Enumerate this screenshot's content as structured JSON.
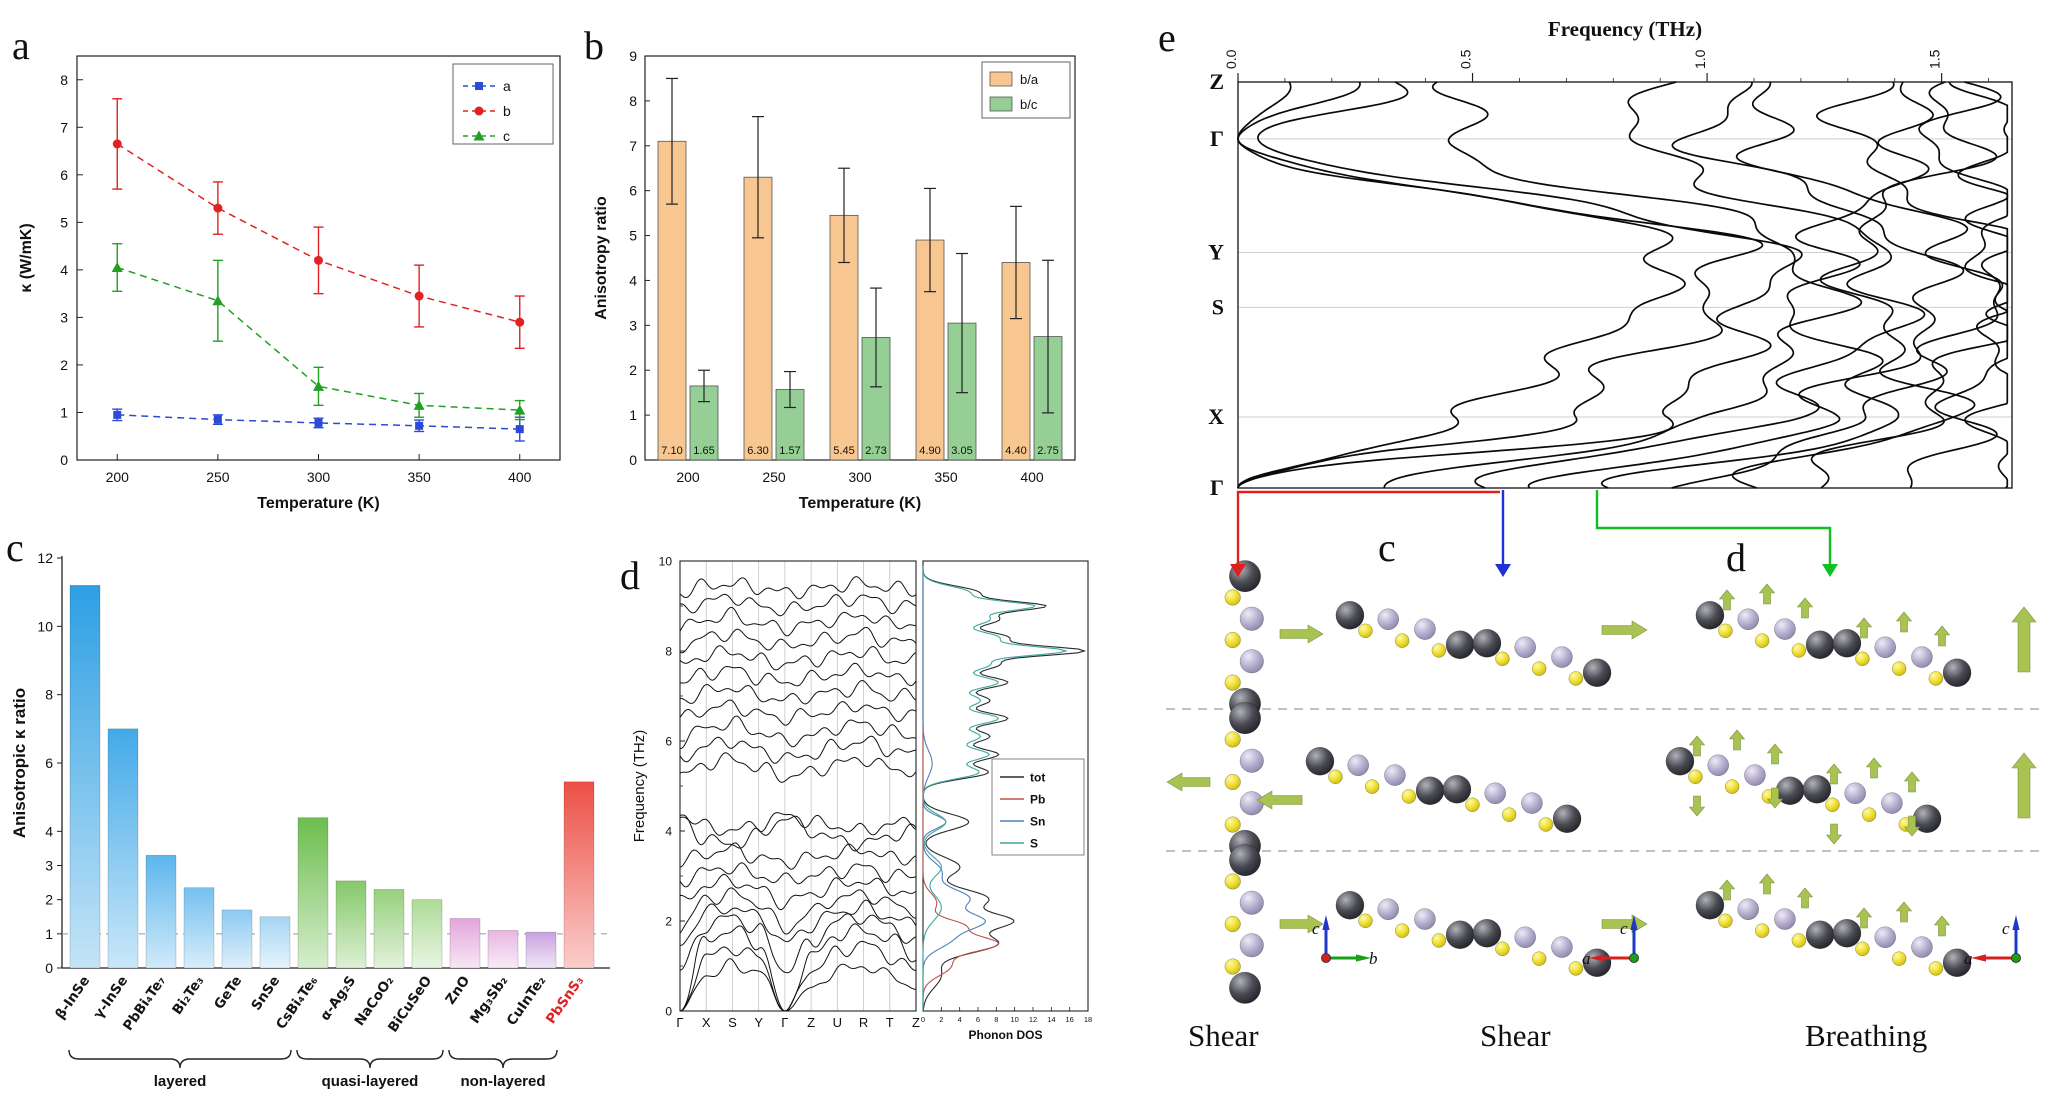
{
  "panel_labels": {
    "a": "a",
    "b": "b",
    "c": "c",
    "d": "d",
    "e": "e",
    "struct_c": "c",
    "struct_d": "d"
  },
  "chart_data": [
    {
      "id": "a",
      "type": "line",
      "xlabel": "Temperature (K)",
      "ylabel": "κ (W/mK)",
      "x": [
        200,
        250,
        300,
        350,
        400
      ],
      "xlim": [
        180,
        420
      ],
      "ylim": [
        0,
        8.5
      ],
      "yticks": [
        0,
        1,
        2,
        3,
        4,
        5,
        6,
        7,
        8
      ],
      "legend_position": "top-right",
      "grid": false,
      "series": [
        {
          "name": "a",
          "color": "#2b4bd7",
          "marker": "square",
          "linestyle": "dashed",
          "values": [
            0.95,
            0.85,
            0.78,
            0.72,
            0.65
          ],
          "errors": [
            0.12,
            0.1,
            0.1,
            0.12,
            0.25
          ]
        },
        {
          "name": "b",
          "color": "#e02222",
          "marker": "circle",
          "linestyle": "dashed",
          "values": [
            6.65,
            5.3,
            4.2,
            3.45,
            2.9
          ],
          "errors": [
            0.95,
            0.55,
            0.7,
            0.65,
            0.55
          ]
        },
        {
          "name": "c",
          "color": "#22a022",
          "marker": "triangle",
          "linestyle": "dashed",
          "values": [
            4.05,
            3.35,
            1.55,
            1.15,
            1.05
          ],
          "errors": [
            0.5,
            0.85,
            0.4,
            0.25,
            0.2
          ]
        }
      ]
    },
    {
      "id": "b",
      "type": "bar",
      "xlabel": "Temperature (K)",
      "ylabel": "Anisotropy ratio",
      "categories": [
        200,
        250,
        300,
        350,
        400
      ],
      "ylim": [
        0,
        9
      ],
      "yticks": [
        0,
        1,
        2,
        3,
        4,
        5,
        6,
        7,
        8,
        9
      ],
      "legend_position": "top-right",
      "series": [
        {
          "name": "b/a",
          "color": "#f8c690",
          "values": [
            7.1,
            6.3,
            5.45,
            4.9,
            4.4
          ],
          "errors": [
            1.4,
            1.35,
            1.05,
            1.15,
            1.25
          ]
        },
        {
          "name": "b/c",
          "color": "#95cf95",
          "values": [
            1.65,
            1.57,
            2.73,
            3.05,
            2.75
          ],
          "errors": [
            0.35,
            0.4,
            1.1,
            1.55,
            1.7
          ]
        }
      ]
    },
    {
      "id": "c",
      "type": "bar",
      "ylabel": "Anisotropic κ ratio",
      "ylim": [
        0,
        12
      ],
      "yticks": [
        0,
        1,
        2,
        3,
        4,
        6,
        8,
        10,
        12
      ],
      "reference_line": 1,
      "bars": [
        {
          "name": "β-InSe",
          "value": 11.2,
          "color": "#2d9fe3",
          "group": "layered"
        },
        {
          "name": "γ-InSe",
          "value": 7.0,
          "color": "#43aae8",
          "group": "layered"
        },
        {
          "name": "PbBi₄Te₇",
          "value": 3.3,
          "color": "#5cb5ec",
          "group": "layered"
        },
        {
          "name": "Bi₂Te₃",
          "value": 2.35,
          "color": "#74c0ef",
          "group": "layered"
        },
        {
          "name": "GeTe",
          "value": 1.7,
          "color": "#8ccaf2",
          "group": "layered"
        },
        {
          "name": "SnSe",
          "value": 1.5,
          "color": "#a5d5f5",
          "group": "layered"
        },
        {
          "name": "CsBi₄Te₆",
          "value": 4.4,
          "color": "#6cbd4e",
          "group": "quasi-layered"
        },
        {
          "name": "α-Ag₂S",
          "value": 2.55,
          "color": "#84c868",
          "group": "quasi-layered"
        },
        {
          "name": "NaCoO₂",
          "value": 2.3,
          "color": "#97d07d",
          "group": "quasi-layered"
        },
        {
          "name": "BiCuSeO",
          "value": 2.0,
          "color": "#aeda96",
          "group": "quasi-layered"
        },
        {
          "name": "ZnO",
          "value": 1.45,
          "color": "#e2a6dc",
          "group": "non-layered"
        },
        {
          "name": "Mg₃Sb₂",
          "value": 1.1,
          "color": "#e8b6e2",
          "group": "non-layered"
        },
        {
          "name": "CuInTe₂",
          "value": 1.05,
          "color": "#c9a2e0",
          "group": "non-layered"
        },
        {
          "name": "PbSnS₃",
          "value": 5.45,
          "color": "#ec4f45",
          "group": "highlight",
          "label_color": "#e02222"
        }
      ],
      "group_brackets": [
        {
          "label": "layered",
          "from": 0,
          "to": 5
        },
        {
          "label": "quasi-layered",
          "from": 6,
          "to": 9
        },
        {
          "label": "non-layered",
          "from": 10,
          "to": 12
        }
      ]
    },
    {
      "id": "d",
      "type": "line",
      "subtype": "phonon-dispersion",
      "ylabel": "Frequency (THz)",
      "ylim": [
        0,
        10
      ],
      "yticks": [
        0,
        2,
        4,
        6,
        8,
        10
      ],
      "kpath": [
        "Γ",
        "X",
        "S",
        "Y",
        "Γ",
        "Z",
        "U",
        "R",
        "T",
        "Z"
      ],
      "bands": [
        [
          0,
          0.8,
          1.0,
          0.9,
          0,
          0.5,
          0.9,
          1.0,
          0.8,
          0.5
        ],
        [
          0,
          1.2,
          1.4,
          1.2,
          0,
          0.9,
          1.3,
          1.5,
          1.2,
          0.9
        ],
        [
          0,
          1.6,
          1.8,
          1.5,
          0,
          1.2,
          1.7,
          1.8,
          1.6,
          1.2
        ],
        [
          0.9,
          1.9,
          2.1,
          1.8,
          0.9,
          1.5,
          2.0,
          2.1,
          1.9,
          1.5
        ],
        [
          1.5,
          2.2,
          2.3,
          2.1,
          1.5,
          1.9,
          2.2,
          2.3,
          2.1,
          1.9
        ],
        [
          1.8,
          2.5,
          2.6,
          2.4,
          1.8,
          2.2,
          2.5,
          2.6,
          2.4,
          2.2
        ],
        [
          2.4,
          2.8,
          2.9,
          2.7,
          2.4,
          2.6,
          2.8,
          2.9,
          2.7,
          2.6
        ],
        [
          2.9,
          3.1,
          3.2,
          3.0,
          2.9,
          3.0,
          3.1,
          3.2,
          3.0,
          3.0
        ],
        [
          3.3,
          3.5,
          3.6,
          3.4,
          3.3,
          3.4,
          3.5,
          3.6,
          3.4,
          3.4
        ],
        [
          4.3,
          3.8,
          3.7,
          3.9,
          4.3,
          4.0,
          3.8,
          3.7,
          3.9,
          4.0
        ],
        [
          4.35,
          4.1,
          4.0,
          4.15,
          4.35,
          4.2,
          4.1,
          4.0,
          4.15,
          4.2
        ],
        [
          5.2,
          5.5,
          5.6,
          5.4,
          5.2,
          5.3,
          5.5,
          5.6,
          5.4,
          5.3
        ],
        [
          5.6,
          5.9,
          6.0,
          5.8,
          5.6,
          5.7,
          5.9,
          6.0,
          5.8,
          5.7
        ],
        [
          6.0,
          6.3,
          6.4,
          6.2,
          6.0,
          6.1,
          6.3,
          6.4,
          6.2,
          6.1
        ],
        [
          6.5,
          6.7,
          6.8,
          6.6,
          6.5,
          6.6,
          6.7,
          6.8,
          6.6,
          6.6
        ],
        [
          6.9,
          7.1,
          7.2,
          7.0,
          6.9,
          7.0,
          7.1,
          7.2,
          7.0,
          7.0
        ],
        [
          7.3,
          7.5,
          7.6,
          7.4,
          7.3,
          7.4,
          7.5,
          7.6,
          7.4,
          7.4
        ],
        [
          7.7,
          7.9,
          8.0,
          7.8,
          7.7,
          7.8,
          7.9,
          8.0,
          7.8,
          7.8
        ],
        [
          8.1,
          8.3,
          8.4,
          8.2,
          8.1,
          8.2,
          8.3,
          8.4,
          8.2,
          8.2
        ],
        [
          8.5,
          8.7,
          8.8,
          8.6,
          8.5,
          8.6,
          8.7,
          8.8,
          8.6,
          8.6
        ],
        [
          8.9,
          9.1,
          9.2,
          9.0,
          8.9,
          9.0,
          9.1,
          9.2,
          9.0,
          9.0
        ],
        [
          9.3,
          9.45,
          9.5,
          9.4,
          9.3,
          9.35,
          9.45,
          9.5,
          9.4,
          9.35
        ]
      ],
      "dos": {
        "xlabel": "Phonon DOS",
        "xlim": [
          0,
          18
        ],
        "xticks": [
          0,
          2,
          4,
          6,
          8,
          10,
          12,
          14,
          16,
          18
        ],
        "series": [
          {
            "name": "tot",
            "color": "#2b2b2b",
            "peaks": [
              [
                0.8,
                2,
                0.4
              ],
              [
                1.5,
                8,
                0.3
              ],
              [
                2.0,
                9,
                0.25
              ],
              [
                2.5,
                7,
                0.3
              ],
              [
                3.2,
                4,
                0.3
              ],
              [
                4.2,
                5,
                0.25
              ],
              [
                5.3,
                7,
                0.2
              ],
              [
                5.7,
                8,
                0.2
              ],
              [
                6.1,
                7,
                0.2
              ],
              [
                6.5,
                9,
                0.2
              ],
              [
                6.9,
                7,
                0.2
              ],
              [
                7.3,
                9,
                0.2
              ],
              [
                7.7,
                8,
                0.2
              ],
              [
                8.0,
                16,
                0.15
              ],
              [
                8.3,
                9,
                0.2
              ],
              [
                8.7,
                8,
                0.2
              ],
              [
                9.0,
                12,
                0.15
              ],
              [
                9.3,
                6,
                0.2
              ]
            ]
          },
          {
            "name": "Pb",
            "color": "#c0504d",
            "peaks": [
              [
                1.0,
                3,
                0.3
              ],
              [
                1.5,
                8,
                0.25
              ],
              [
                1.9,
                4,
                0.2
              ],
              [
                2.4,
                1.5,
                0.3
              ]
            ]
          },
          {
            "name": "Sn",
            "color": "#4f81bd",
            "peaks": [
              [
                1.6,
                3,
                0.3
              ],
              [
                2.0,
                6,
                0.25
              ],
              [
                2.5,
                5,
                0.3
              ],
              [
                3.1,
                2,
                0.3
              ],
              [
                4.2,
                2.5,
                0.2
              ],
              [
                5.5,
                1,
                0.4
              ]
            ]
          },
          {
            "name": "S",
            "color": "#3da89e",
            "peaks": [
              [
                2.3,
                2,
                0.4
              ],
              [
                3.2,
                2,
                0.3
              ],
              [
                4.2,
                2.5,
                0.25
              ],
              [
                5.3,
                6,
                0.2
              ],
              [
                5.7,
                7,
                0.2
              ],
              [
                6.1,
                6,
                0.2
              ],
              [
                6.5,
                8,
                0.2
              ],
              [
                6.9,
                6,
                0.2
              ],
              [
                7.3,
                8,
                0.2
              ],
              [
                7.7,
                7,
                0.2
              ],
              [
                8.0,
                14,
                0.15
              ],
              [
                8.3,
                8,
                0.2
              ],
              [
                8.7,
                7,
                0.2
              ],
              [
                9.0,
                11,
                0.15
              ],
              [
                9.3,
                5,
                0.2
              ]
            ]
          }
        ]
      }
    },
    {
      "id": "e",
      "type": "line",
      "subtype": "phonon-dispersion-rotated",
      "axis_label": "Frequency (THz)",
      "flim": [
        0,
        1.65
      ],
      "fticks": [
        0,
        0.5,
        1.0,
        1.5
      ],
      "ftick_labels": [
        "0.0",
        "0.5",
        "1.0",
        "1.5"
      ],
      "kpoints": [
        "Γ",
        "X",
        "S",
        "Y",
        "Γ",
        "Z"
      ],
      "kpoints_display_top_to_bottom": [
        "Z",
        "Γ",
        "Y",
        "S",
        "X",
        "Γ"
      ],
      "kfrac": [
        0,
        0.175,
        0.445,
        0.58,
        0.86,
        1.0
      ],
      "bands": [
        [
          0,
          0.5,
          0.85,
          0.95,
          0,
          0.12
        ],
        [
          0,
          0.7,
          1.0,
          1.05,
          0,
          0.25
        ],
        [
          0,
          0.95,
          1.1,
          1.15,
          0.05,
          0.35
        ],
        [
          0.3,
          1.05,
          1.25,
          1.2,
          0.45,
          0.5
        ],
        [
          0.5,
          1.15,
          1.4,
          1.35,
          0.85,
          0.9
        ],
        [
          0.7,
          1.25,
          1.5,
          1.45,
          1.0,
          1.05
        ],
        [
          0.95,
          1.35,
          1.6,
          1.55,
          1.1,
          1.15
        ],
        [
          1.2,
          1.45,
          1.65,
          1.62,
          1.3,
          1.35
        ],
        [
          1.45,
          1.55,
          1.68,
          1.66,
          1.5,
          1.55
        ],
        [
          1.6,
          1.63,
          1.63,
          1.6,
          1.62,
          1.6
        ],
        [
          1.05,
          1.5,
          1.35,
          1.3,
          1.55,
          1.5
        ],
        [
          0.85,
          1.4,
          1.2,
          1.25,
          1.45,
          1.4
        ]
      ]
    }
  ],
  "structures": {
    "captions": [
      "Shear",
      "Shear",
      "Breathing"
    ],
    "axes": [
      {
        "v": "c",
        "h": "b"
      },
      {
        "v": "c",
        "h": "a"
      },
      {
        "v": "c",
        "h": "a"
      }
    ],
    "atoms": [
      {
        "name": "Pb",
        "color": "#4a4a52"
      },
      {
        "name": "Sn",
        "color": "#b7b0cf"
      },
      {
        "name": "S",
        "color": "#f0e032"
      }
    ],
    "arrow_color": "#a8c351",
    "connector_colors": {
      "red": "#e02020",
      "blue": "#2030d8",
      "green": "#10c020"
    }
  }
}
